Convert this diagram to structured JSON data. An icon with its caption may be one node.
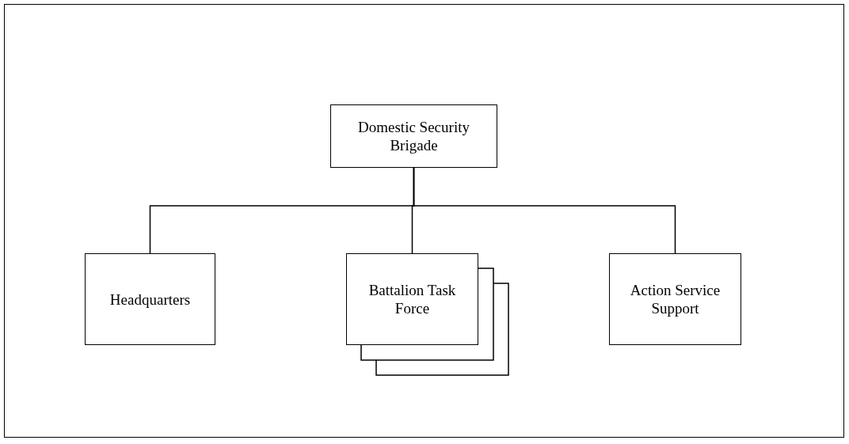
{
  "diagram": {
    "nodes": [
      {
        "text": [
          "Domestic Security Brigade"
        ]
      },
      {
        "text": [
          "Headquarters"
        ]
      },
      {
        "text": [
          "Battalion Task Force"
        ]
      },
      {
        "text": [
          "Action Service Support"
        ]
      }
    ],
    "edges": [
      {
        "from": 0,
        "to": 1,
        "arrow": "none"
      },
      {
        "from": 0,
        "to": 2,
        "arrow": "none"
      },
      {
        "from": 0,
        "to": 3,
        "arrow": "none"
      }
    ]
  }
}
